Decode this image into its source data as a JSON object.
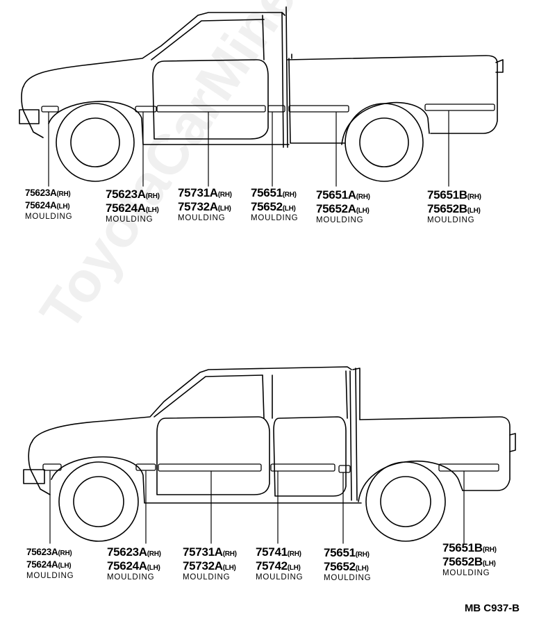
{
  "watermark": "ToyotaCarMine.ru",
  "diagram_code": "MB C937-B",
  "views": [
    {
      "callouts": [
        {
          "rh": "75623A",
          "rh_side": "(RH)",
          "lh": "75624A",
          "lh_side": "(LH)",
          "desc": "MOULDING"
        },
        {
          "rh": "75623A",
          "rh_side": "(RH)",
          "lh": "75624A",
          "lh_side": "(LH)",
          "desc": "MOULDING"
        },
        {
          "rh": "75731A",
          "rh_side": "(RH)",
          "lh": "75732A",
          "lh_side": "(LH)",
          "desc": "MOULDING"
        },
        {
          "rh": "75651",
          "rh_side": "(RH)",
          "lh": "75652",
          "lh_side": "(LH)",
          "desc": "MOULDING"
        },
        {
          "rh": "75651A",
          "rh_side": "(RH)",
          "lh": "75652A",
          "lh_side": "(LH)",
          "desc": "MOULDING"
        },
        {
          "rh": "75651B",
          "rh_side": "(RH)",
          "lh": "75652B",
          "lh_side": "(LH)",
          "desc": "MOULDING"
        }
      ]
    },
    {
      "callouts": [
        {
          "rh": "75623A",
          "rh_side": "(RH)",
          "lh": "75624A",
          "lh_side": "(LH)",
          "desc": "MOULDING"
        },
        {
          "rh": "75623A",
          "rh_side": "(RH)",
          "lh": "75624A",
          "lh_side": "(LH)",
          "desc": "MOULDING"
        },
        {
          "rh": "75731A",
          "rh_side": "(RH)",
          "lh": "75732A",
          "lh_side": "(LH)",
          "desc": "MOULDING"
        },
        {
          "rh": "75741",
          "rh_side": "(RH)",
          "lh": "75742",
          "lh_side": "(LH)",
          "desc": "MOULDING"
        },
        {
          "rh": "75651",
          "rh_side": "(RH)",
          "lh": "75652",
          "lh_side": "(LH)",
          "desc": "MOULDING"
        },
        {
          "rh": "75651B",
          "rh_side": "(RH)",
          "lh": "75652B",
          "lh_side": "(LH)",
          "desc": "MOULDING"
        }
      ]
    }
  ]
}
